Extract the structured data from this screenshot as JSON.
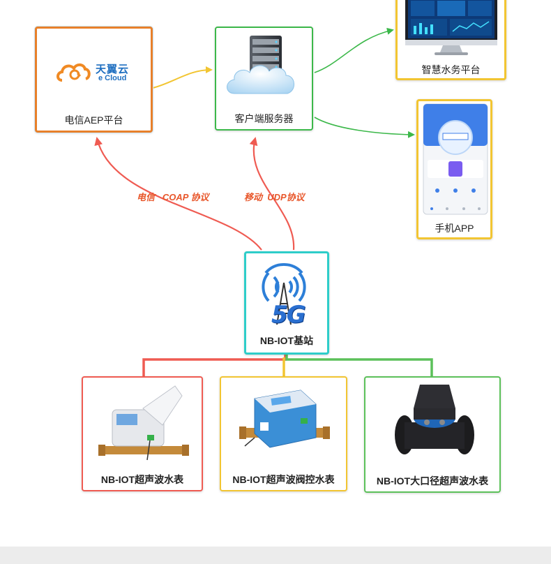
{
  "colors": {
    "orange": "#e8802a",
    "green": "#3cb84a",
    "yellow": "#f2c532",
    "cyan": "#2ecdc9",
    "red": "#ef5b52",
    "protocol_text": "#e8562a",
    "telecom_blue": "#1f6fc0"
  },
  "nodes": {
    "aep": {
      "label": "电信AEP平台",
      "logo_main": "天翼云",
      "logo_sub": "e Cloud",
      "icon": "ecloud-logo"
    },
    "server": {
      "label": "客户端服务器",
      "icon": "server-cloud-icon"
    },
    "platform": {
      "label": "智慧水务平台",
      "icon": "monitor-dashboard-icon"
    },
    "app": {
      "label": "手机APP",
      "icon": "smartphone-app-icon"
    },
    "station": {
      "label": "NB-IOT基站",
      "icon": "5g-tower-icon",
      "badge": "5G"
    },
    "meters": [
      {
        "label": "NB-IOT超声波水表",
        "icon": "ultrasonic-meter-icon"
      },
      {
        "label": "NB-IOT超声波阀控水表",
        "icon": "valve-meter-icon"
      },
      {
        "label": "NB-IOT大口径超声波水表",
        "icon": "large-bore-meter-icon"
      }
    ]
  },
  "protocols": {
    "telecom": "电信   COAP 协议",
    "mobile": "移动  UDP协议"
  }
}
